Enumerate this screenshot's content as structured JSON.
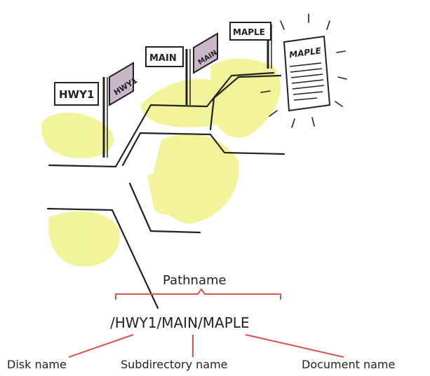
{
  "signs": {
    "hwy1": "HWY1",
    "hwy1_side": "HWY1",
    "main": "MAIN",
    "main_side": "MAIN",
    "maple": "MAPLE",
    "maple_doc": "MAPLE"
  },
  "labels": {
    "pathname": "Pathname",
    "path_string": "/HWY1/MAIN/MAPLE",
    "disk_name": "Disk name",
    "subdirectory_name": "Subdirectory name",
    "document_name": "Document name"
  },
  "colors": {
    "wash_yellow": "#eef07a",
    "bracket_red": "#d9534f",
    "ink": "#222222",
    "sign_side_shade": "#c9b7c9"
  }
}
